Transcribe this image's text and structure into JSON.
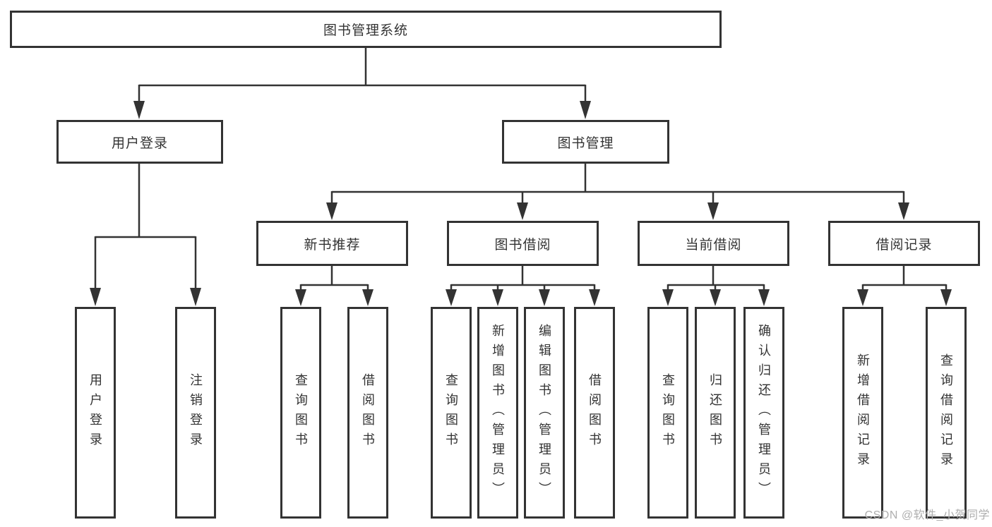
{
  "diagram": {
    "root": {
      "label": "图书管理系统"
    },
    "level2": [
      {
        "label": "用户登录"
      },
      {
        "label": "图书管理"
      }
    ],
    "level3": [
      {
        "label": "新书推荐"
      },
      {
        "label": "图书借阅"
      },
      {
        "label": "当前借阅"
      },
      {
        "label": "借阅记录"
      }
    ],
    "level4": [
      {
        "label": "用户登录"
      },
      {
        "label": "注销登录"
      },
      {
        "label": "查询图书"
      },
      {
        "label": "借阅图书"
      },
      {
        "label": "查询图书"
      },
      {
        "label": "新增图书（管理员）"
      },
      {
        "label": "编辑图书（管理员）"
      },
      {
        "label": "借阅图书"
      },
      {
        "label": "查询图书"
      },
      {
        "label": "归还图书"
      },
      {
        "label": "确认归还（管理员）"
      },
      {
        "label": "新增借阅记录"
      },
      {
        "label": "查询借阅记录"
      }
    ]
  },
  "watermark": {
    "text": "CSDN @软件_小贺同学"
  },
  "colors": {
    "line": "#333333",
    "text": "#333333",
    "background": "#ffffff",
    "watermark": "#aeaeae"
  }
}
